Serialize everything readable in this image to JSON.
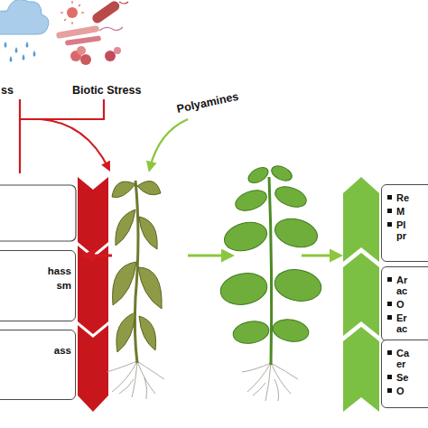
{
  "diagram": {
    "nodes": [
      {
        "text": [
          "hass sm"
        ]
      },
      {
        "text": [
          "ass"
        ]
      },
      {
        "text": [
          "Re",
          "M",
          "Pl pr"
        ]
      },
      {
        "text": [
          "Ar ac",
          "O",
          "Er ac"
        ]
      },
      {
        "text": [
          "Ca er",
          "Se",
          "O"
        ]
      }
    ],
    "labels": [
      "ss",
      "Biotic Stress",
      "Polyamines"
    ]
  }
}
